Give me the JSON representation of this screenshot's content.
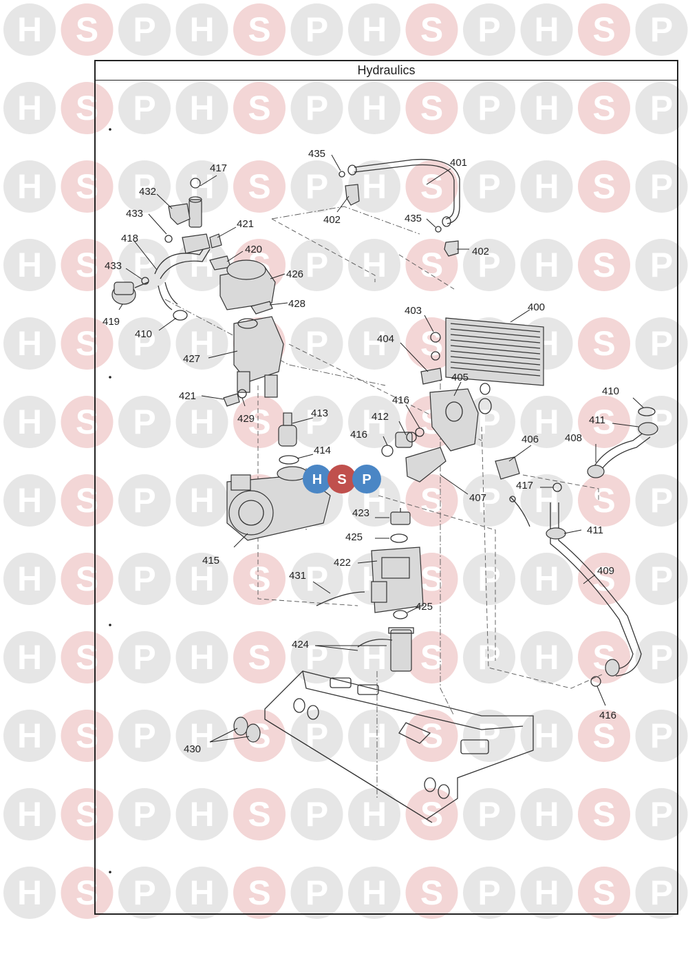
{
  "title": "Hydraulics",
  "watermark": {
    "letters": [
      "H",
      "S",
      "P"
    ],
    "grey": "#e6e6e6",
    "pink": "#f3d6d6",
    "text": "#ffffff"
  },
  "logo": {
    "letters": [
      "H",
      "S",
      "P"
    ],
    "blue": "#4a86c5",
    "red": "#c0504d"
  },
  "colors": {
    "line": "#222222",
    "part_fill": "#d9d9d9"
  },
  "part_labels": [
    "400",
    "401",
    "402",
    "402",
    "403",
    "404",
    "405",
    "406",
    "407",
    "408",
    "409",
    "410",
    "410",
    "411",
    "411",
    "412",
    "413",
    "414",
    "415",
    "416",
    "416",
    "416",
    "417",
    "417",
    "418",
    "419",
    "420",
    "421",
    "421",
    "422",
    "423",
    "424",
    "425",
    "425",
    "426",
    "427",
    "428",
    "429",
    "430",
    "431",
    "432",
    "433",
    "433",
    "435",
    "435"
  ]
}
